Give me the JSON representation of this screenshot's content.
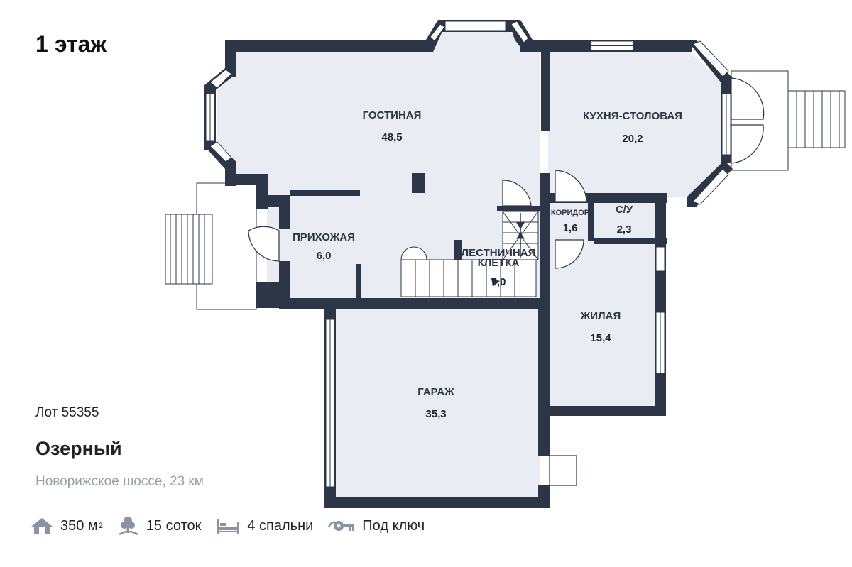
{
  "page": {
    "floor_title": "1 этаж",
    "lot": "Лот 55355",
    "place": "Озерный",
    "road": "Новорижское шоссе, 23 км"
  },
  "stats": {
    "area_value": "350 м",
    "area_sup": "2",
    "plot": "15 соток",
    "bedrooms": "4 спальни",
    "finish": "Под ключ",
    "icons": [
      "house-icon",
      "tree-icon",
      "bed-icon",
      "key-icon"
    ]
  },
  "rooms": {
    "living": {
      "name": "ГОСТИНАЯ",
      "area": "48,5"
    },
    "kitchen": {
      "name": "КУХНЯ-СТОЛОВАЯ",
      "area": "20,2"
    },
    "hall": {
      "name": "ПРИХОЖАЯ",
      "area": "6,0"
    },
    "stairs": {
      "name1": "ЛЕСТНИЧНАЯ",
      "name2": "КЛЕТКА",
      "area": "7,0"
    },
    "corridor": {
      "name": "КОРИДОР",
      "area": "1,6"
    },
    "wc": {
      "name": "С/У",
      "area": "2,3"
    },
    "bedroom": {
      "name": "ЖИЛАЯ",
      "area": "15,4"
    },
    "garage": {
      "name": "ГАРАЖ",
      "area": "35,3"
    }
  },
  "colors": {
    "wall": "#2d3646",
    "floor": "#e9ecf3",
    "text_muted": "#9a9ea6"
  }
}
